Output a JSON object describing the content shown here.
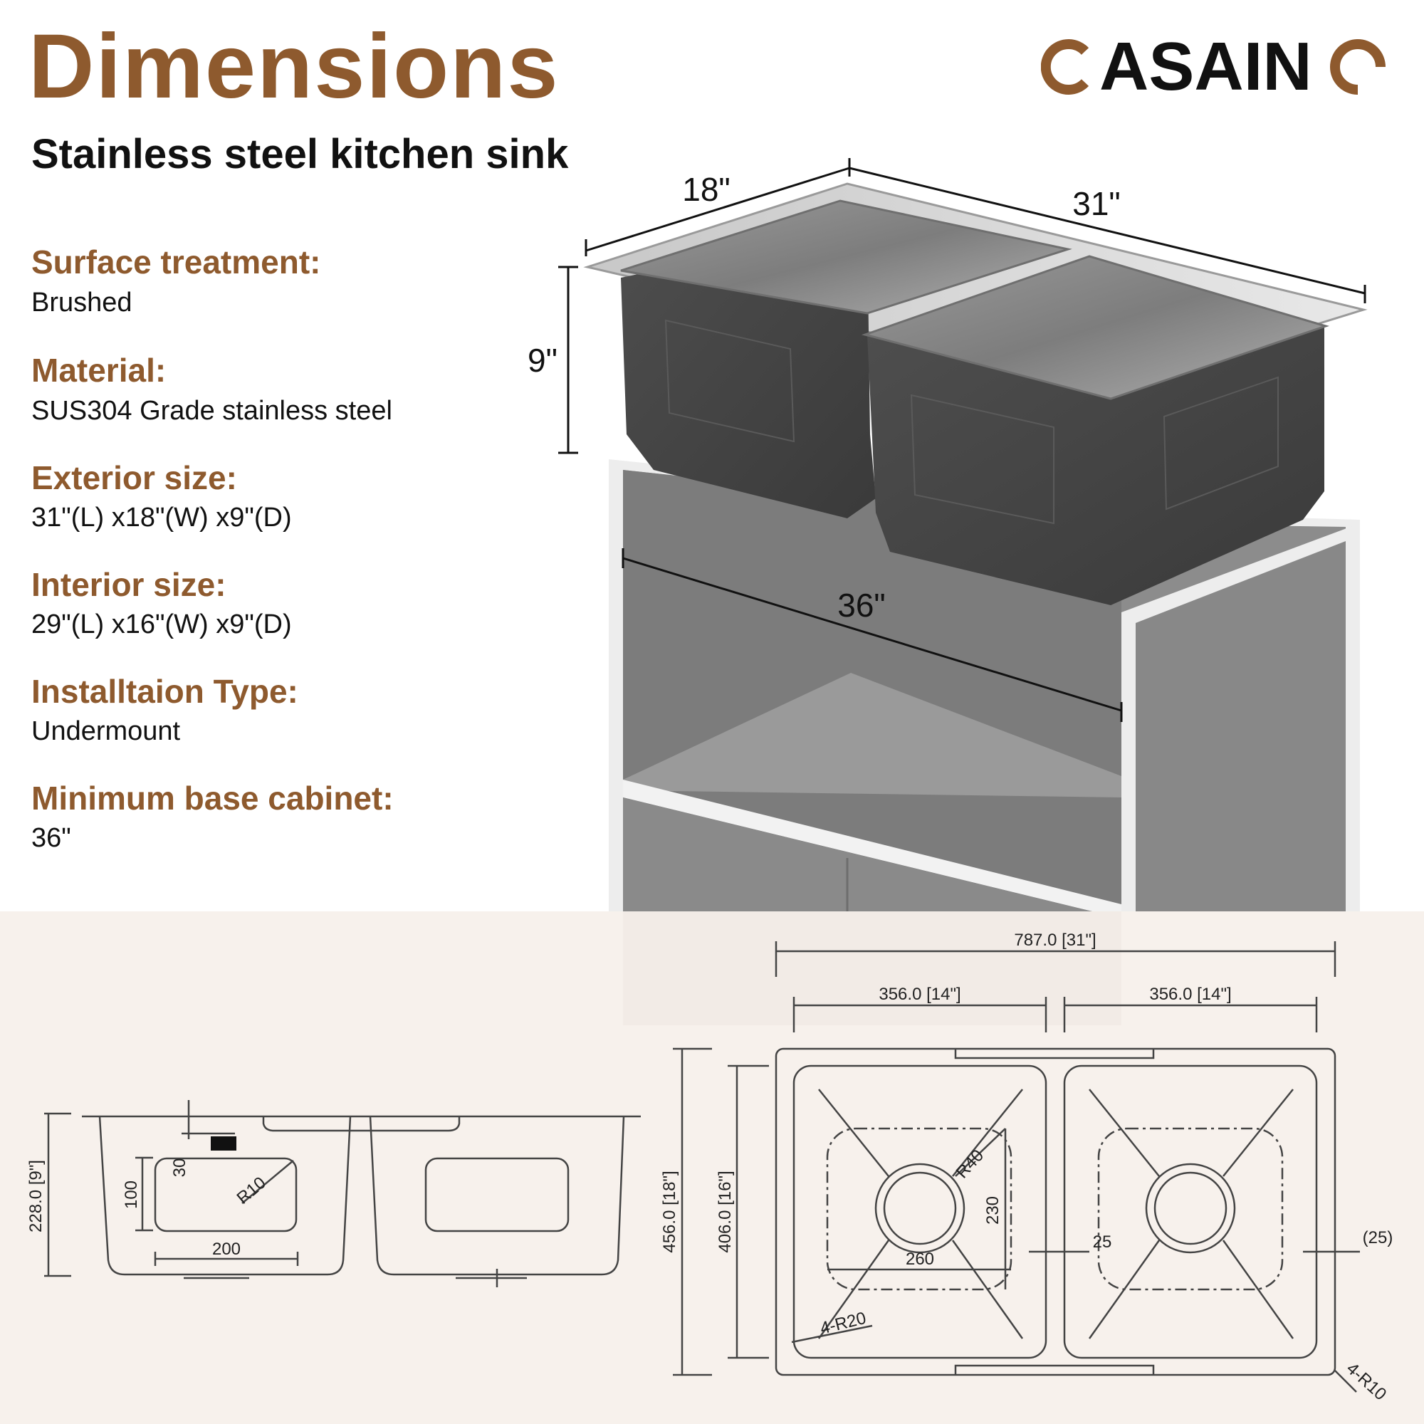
{
  "header": {
    "title": "Dimensions",
    "subtitle": "Stainless steel kitchen sink",
    "brand": "ASAIN"
  },
  "colors": {
    "accent": "#8e5a2e",
    "text": "#111111",
    "panel": "#f7f1ec"
  },
  "specs": [
    {
      "label": "Surface treatment:",
      "value": "Brushed"
    },
    {
      "label": "Material:",
      "value": "SUS304 Grade stainless steel"
    },
    {
      "label": "Exterior size:",
      "value": "31\"(L) x18\"(W) x9\"(D)"
    },
    {
      "label": "Interior size:",
      "value": "29\"(L) x16\"(W) x9\"(D)"
    },
    {
      "label": "Installtaion Type:",
      "value": "Undermount"
    },
    {
      "label": "Minimum base cabinet:",
      "value": "36\""
    }
  ],
  "render3d": {
    "width": "18\"",
    "length": "31\"",
    "depth": "9\"",
    "cabinet": "36\""
  },
  "side_view": {
    "height": "228.0 [9\"]",
    "offset": "30",
    "bowl_height": "100",
    "radius": "R10",
    "bowl_width": "200"
  },
  "top_view": {
    "overall_length": "787.0 [31\"]",
    "bowl_left": "356.0 [14\"]",
    "bowl_right": "356.0 [14\"]",
    "overall_width": "456.0 [18\"]",
    "inner_width": "406.0 [16\"]",
    "corner_large": "R40",
    "drain_area_h": "230",
    "drain_area_w": "260",
    "divider": "25",
    "edge": "(25)",
    "corner_bowl": "4-R20",
    "corner_outer": "4-R10"
  }
}
